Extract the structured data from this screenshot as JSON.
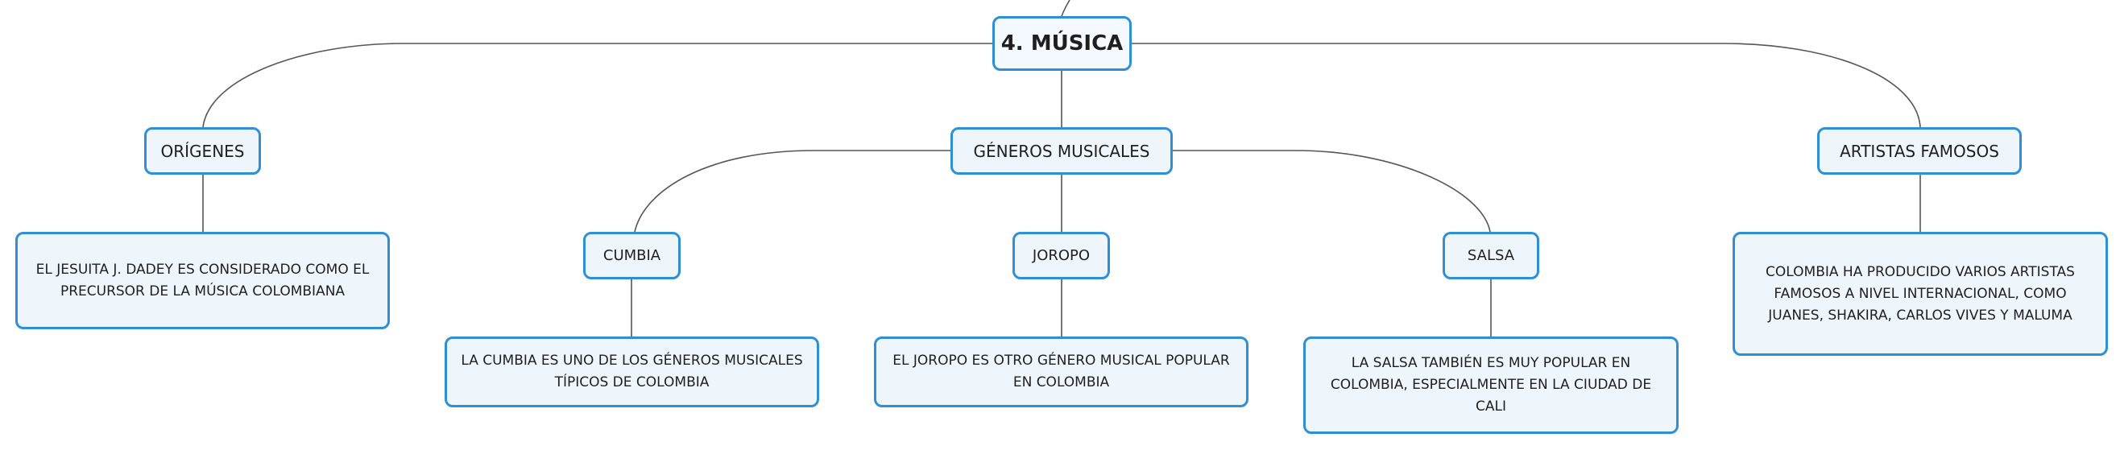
{
  "root": {
    "label": "4. MÚSICA"
  },
  "topics": {
    "origenes": {
      "label": "ORÍGENES",
      "detail": "EL JESUITA J. DADEY ES CONSIDERADO COMO EL PRECURSOR DE LA MÚSICA COLOMBIANA"
    },
    "generos": {
      "label": "GÉNEROS MUSICALES"
    },
    "artistas": {
      "label": "ARTISTAS FAMOSOS",
      "detail": "COLOMBIA HA PRODUCIDO VARIOS ARTISTAS FAMOSOS A NIVEL INTERNACIONAL, COMO JUANES, SHAKIRA, CARLOS VIVES Y MALUMA"
    }
  },
  "genres": {
    "cumbia": {
      "label": "CUMBIA",
      "detail": "LA CUMBIA ES UNO DE LOS GÉNEROS MUSICALES TÍPICOS DE COLOMBIA"
    },
    "joropo": {
      "label": "JOROPO",
      "detail": "EL JOROPO ES OTRO GÉNERO MUSICAL POPULAR EN COLOMBIA"
    },
    "salsa": {
      "label": "SALSA",
      "detail": "LA SALSA TAMBIÉN ES MUY POPULAR EN COLOMBIA, ESPECIALMENTE EN LA CIUDAD DE CALI"
    }
  },
  "colors": {
    "border": "#2f8fd6",
    "fill": "#eef6fc",
    "line": "#555555"
  }
}
